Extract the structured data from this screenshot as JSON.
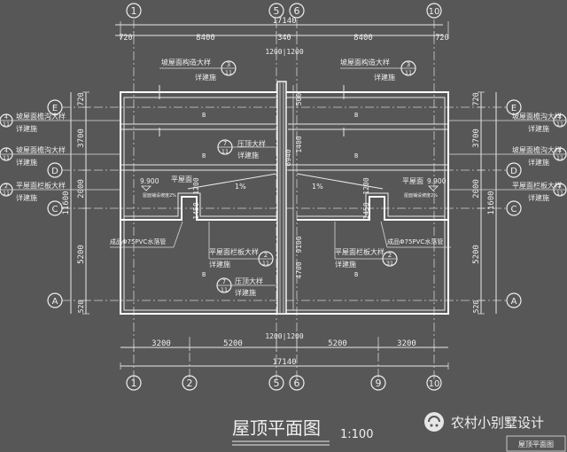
{
  "drawing": {
    "title": "屋顶平面图",
    "scale": "1:100",
    "stamp": "屋顶平面图",
    "watermark": "农村小别墅设计"
  },
  "axes_top": [
    "1",
    "5",
    "6",
    "10"
  ],
  "axes_bottom": [
    "1",
    "2",
    "5",
    "6",
    "9",
    "10"
  ],
  "axes_left": [
    "E",
    "D",
    "C",
    "A"
  ],
  "axes_right": [
    "E",
    "D",
    "C",
    "A"
  ],
  "dims": {
    "top_total": "17140",
    "top_segments": [
      "720",
      "8400",
      "340",
      "8400",
      "720"
    ],
    "top_middle": "1200|1200",
    "bottom_segments": [
      "3200",
      "5200",
      "5200",
      "3200"
    ],
    "bottom_middle": "1200|1200",
    "bottom_total": "17140",
    "left_outer": [
      "720",
      "3700",
      "2000",
      "5200",
      "520"
    ],
    "left_total": "11600",
    "right_outer": [
      "720",
      "3700",
      "2000",
      "5200",
      "520"
    ],
    "right_total": "11600",
    "center_vertical": [
      "500",
      "1400",
      "6940",
      "9100",
      "4700"
    ],
    "inner_vertical": [
      "1200",
      "1450",
      "1200",
      "1450"
    ]
  },
  "levels": {
    "left_level": "9.900",
    "right_level": "9.900",
    "slope_left": "1%",
    "slope_right": "1%"
  },
  "notes": {
    "left_e": [
      "坡屋面檐沟大样",
      "详建施"
    ],
    "left_d": [
      "坡屋面檐沟大样",
      "详建施"
    ],
    "left_c": [
      "平屋面栏板大样",
      "详建施"
    ],
    "right_e": [
      "坡屋面檐沟大样",
      "详建施"
    ],
    "right_d": [
      "坡屋面檐沟大样",
      "详建施"
    ],
    "right_c": [
      "平屋面栏板大样",
      "详建施"
    ],
    "top_left": [
      "坡屋面构造大样",
      "详建施"
    ],
    "top_right": [
      "坡屋面构造大样",
      "详建施"
    ],
    "center_press": [
      "压顶大样",
      "详建施"
    ],
    "lower_press": [
      "压顶大样",
      "详建施"
    ],
    "left_parapet": [
      "平屋面栏板大样",
      "详建施"
    ],
    "right_parapet": [
      "平屋面栏板大样",
      "详建施"
    ],
    "left_flat": "平屋面",
    "right_flat": "平屋面",
    "left_pipe": "成品Φ75PVC水落管",
    "right_pipe": "成品Φ75PVC水落管",
    "left_tiny": "屋面铺设坡度2%",
    "right_tiny": "屋面铺设坡度2%",
    "hatch_mark": "B"
  },
  "callouts": {
    "top_left": {
      "num": "3",
      "sheet": "11"
    },
    "top_right": {
      "num": "3",
      "sheet": "11"
    },
    "left_e": {
      "num": "4",
      "sheet": "11"
    },
    "left_d": {
      "num": "4",
      "sheet": "11"
    },
    "left_c": {
      "num": "2",
      "sheet": "11"
    },
    "right_e": {
      "num": "4",
      "sheet": "11"
    },
    "right_d": {
      "num": "4",
      "sheet": "11"
    },
    "right_c": {
      "num": "2",
      "sheet": "11"
    },
    "center_press": {
      "num": "7",
      "sheet": "11"
    },
    "lower_press": {
      "num": "7",
      "sheet": "11"
    },
    "left_parapet": {
      "num": "2",
      "sheet": "11"
    },
    "right_parapet": {
      "num": "2",
      "sheet": "31"
    }
  }
}
